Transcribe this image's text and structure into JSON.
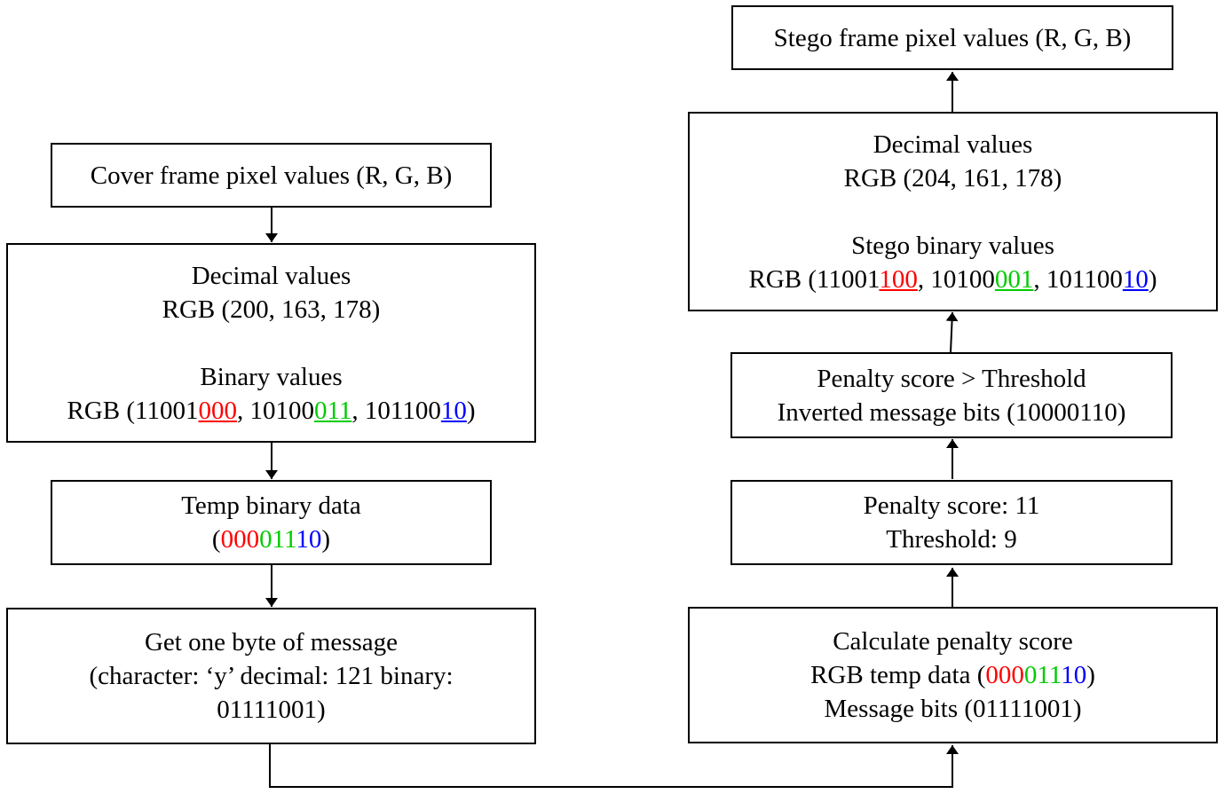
{
  "colors": {
    "red_bits": "#ff0000",
    "green_bits": "#00cc00",
    "blue_bits": "#0000ff",
    "border": "#000000"
  },
  "left": {
    "cover": {
      "text": "Cover frame pixel values (R, G, B)"
    },
    "decimal": {
      "heading": "Decimal values",
      "rgb": "RGB (200, 163, 178)",
      "binary_heading": "Binary values",
      "binary_prefix": "RGB (11001",
      "r_bits": "000",
      "sep1": ", 10100",
      "g_bits": "011",
      "sep2": ", 101100",
      "b_bits": "10",
      "suffix": ")"
    },
    "temp": {
      "heading": "Temp binary data",
      "open": "(",
      "r_bits": "000",
      "g_bits": "011",
      "b_bits": "10",
      "close": ")"
    },
    "message": {
      "line1": "Get one byte of message",
      "line2": "(character: ‘y’ decimal: 121 binary:",
      "line3": "01111001)"
    }
  },
  "right": {
    "stego": {
      "text": "Stego frame pixel values (R, G, B)"
    },
    "decimal": {
      "heading": "Decimal values",
      "rgb": "RGB (204, 161, 178)",
      "binary_heading": "Stego binary values",
      "binary_prefix": "RGB (11001",
      "r_bits": "100",
      "sep1": ", 10100",
      "g_bits": "001",
      "sep2": ", 101100",
      "b_bits": "10",
      "suffix": ")"
    },
    "threshold_check": {
      "line1": "Penalty score > Threshold",
      "line2": "Inverted message bits (10000110)"
    },
    "penalty": {
      "line1": "Penalty score: 11",
      "line2": "Threshold: 9"
    },
    "calculate": {
      "line1": "Calculate penalty score",
      "line2_prefix": "RGB temp data (",
      "r_bits": "000",
      "g_bits": "011",
      "b_bits": "10",
      "line2_suffix": ")",
      "line3": "Message bits (01111001)"
    }
  }
}
